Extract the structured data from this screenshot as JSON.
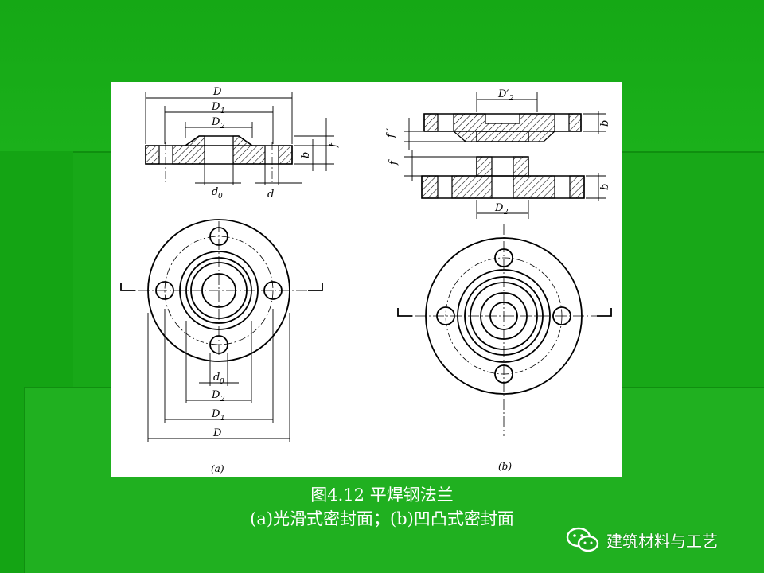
{
  "caption": {
    "title": "图4.12  平焊钢法兰",
    "subtitle": "(a)光滑式密封面；(b)凹凸式密封面"
  },
  "watermark": {
    "icon": "wechat-icon",
    "text": "建筑材料与工艺"
  },
  "figure": {
    "panel_a": {
      "label": "(a)",
      "dims_top": [
        "D",
        "D",
        "D"
      ],
      "dims_top_sub": [
        "",
        "1",
        "2"
      ],
      "dims_side": [
        "f",
        "b"
      ],
      "dims_below": [
        "d",
        "d"
      ],
      "dims_below_sub": [
        "0",
        ""
      ],
      "dims_bottom": [
        "d",
        "D",
        "D",
        "D"
      ],
      "dims_bottom_sub": [
        "0",
        "2",
        "1",
        ""
      ]
    },
    "panel_b": {
      "label": "(b)",
      "dim_top": "D′",
      "dim_top_sub": "2",
      "dim_bottom": "D",
      "dim_bottom_sub": "2",
      "dims_left": [
        "f ′",
        "f"
      ],
      "dims_right": [
        "b",
        "b"
      ]
    }
  },
  "colors": {
    "background": "#1fa51f",
    "panel": "#ffffff",
    "ink": "#000000",
    "text": "#ffffff"
  }
}
